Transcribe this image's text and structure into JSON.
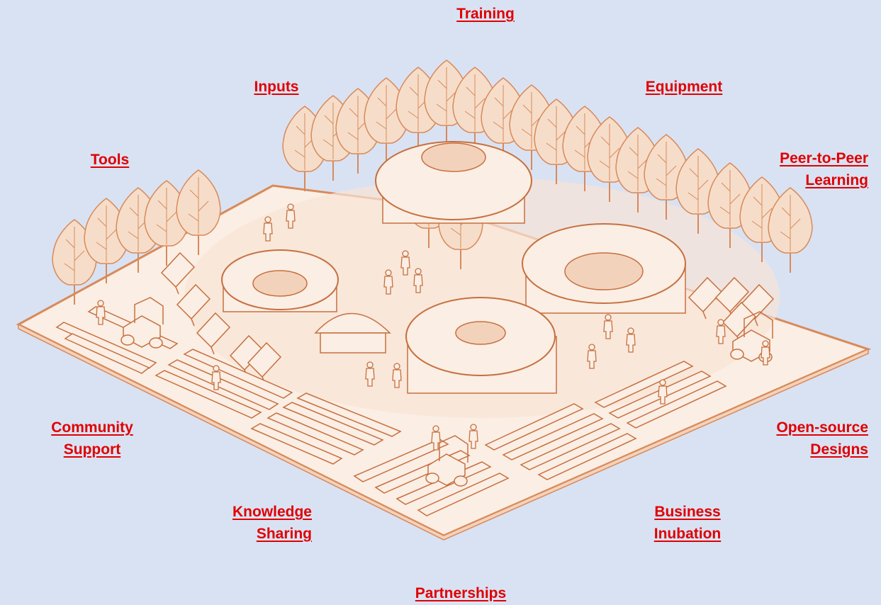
{
  "colors": {
    "background": "#d9e2f3",
    "label": "#e00000",
    "illustration_stroke": "#d88a5a",
    "illustration_fill": "#fbeee4",
    "tree_fill": "#f6ddc9"
  },
  "labels": {
    "training": "Training",
    "inputs": "Inputs",
    "equipment": "Equipment",
    "tools": "Tools",
    "peer_to_peer": {
      "line1": "Peer-to-Peer",
      "line2": "Learning"
    },
    "community_support": {
      "line1": "Community",
      "line2": "Support"
    },
    "open_source_designs": {
      "line1": "Open-source",
      "line2": "Designs"
    },
    "knowledge_sharing": {
      "line1": "Knowledge",
      "line2": "Sharing"
    },
    "business_inubation": {
      "line1": "Business",
      "line2": "Inubation"
    },
    "partnerships": "Partnerships"
  }
}
